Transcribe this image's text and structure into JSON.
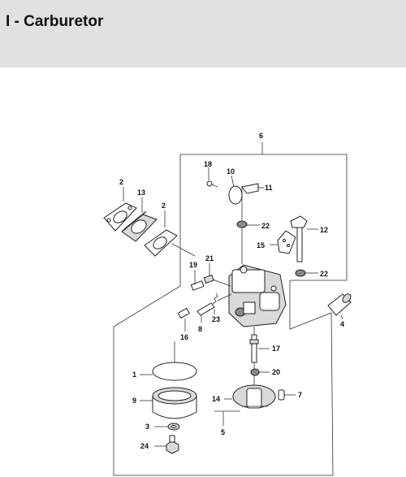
{
  "header": {
    "title": "I - Carburetor"
  },
  "callouts": {
    "c1": "1",
    "c2a": "2",
    "c2b": "2",
    "c3": "3",
    "c4": "4",
    "c5": "5",
    "c6": "6",
    "c7": "7",
    "c8": "8",
    "c9": "9",
    "c10": "10",
    "c11": "11",
    "c12": "12",
    "c13": "13",
    "c14": "14",
    "c15": "15",
    "c16": "16",
    "c17": "17",
    "c18": "18",
    "c19": "19",
    "c20": "20",
    "c21": "21",
    "c22a": "22",
    "c22b": "22",
    "c23": "23",
    "c24": "24"
  },
  "colors": {
    "header_bg": "#e1e1e1",
    "line": "#333333"
  }
}
